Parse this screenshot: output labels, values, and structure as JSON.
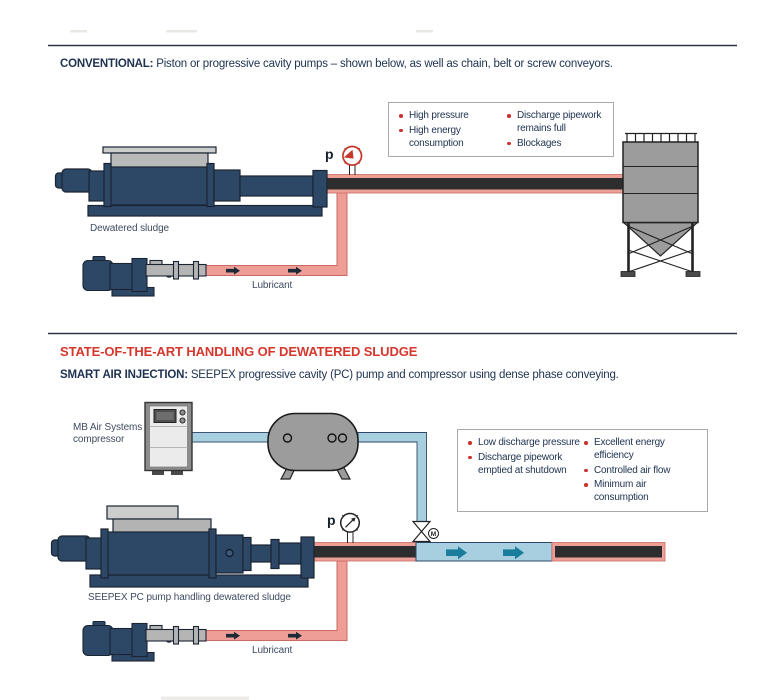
{
  "palette": {
    "navy_equipment": "#2d4766",
    "text_navy": "#1e3250",
    "heading_red": "#d5372c",
    "bullet_red": "#cc3232",
    "pipe_pink": "#ef9e97",
    "sludge_dark": "#2d2d2d",
    "air_blue": "#a7cfdf",
    "arrow_teal": "#1b7d9c",
    "equipment_gray": "#9c9c9c"
  },
  "section_conventional": {
    "title_bold": "CONVENTIONAL:",
    "title_rest": " Piston or progressive cavity pumps – shown below, as well as chain, belt or screw conveyors.",
    "callout": {
      "col1": [
        "High pressure",
        "High energy consumption"
      ],
      "col2": [
        "Discharge pipework remains full",
        "Blockages"
      ]
    },
    "pump_label": "Dewatered sludge",
    "lubricant_label": "Lubricant",
    "pressure_label": "p"
  },
  "section_sai": {
    "title": "STATE-OF-THE-ART HANDLING OF DEWATERED SLUDGE",
    "subtitle_bold": "SMART AIR INJECTION:",
    "subtitle_rest": " SEEPEX progressive cavity (PC) pump and compressor using dense phase conveying.",
    "compressor_label": "MB Air Systems compressor",
    "callout": {
      "col1": [
        "Low discharge pressure",
        "Discharge pipework emptied at shutdown"
      ],
      "col2": [
        "Excellent energy efficiency",
        "Controlled air flow",
        "Minimum air consumption"
      ]
    },
    "pump_label": "SEEPEX PC pump handling dewatered sludge",
    "lubricant_label": "Lubricant",
    "pressure_label": "p",
    "valve_label": "M"
  }
}
